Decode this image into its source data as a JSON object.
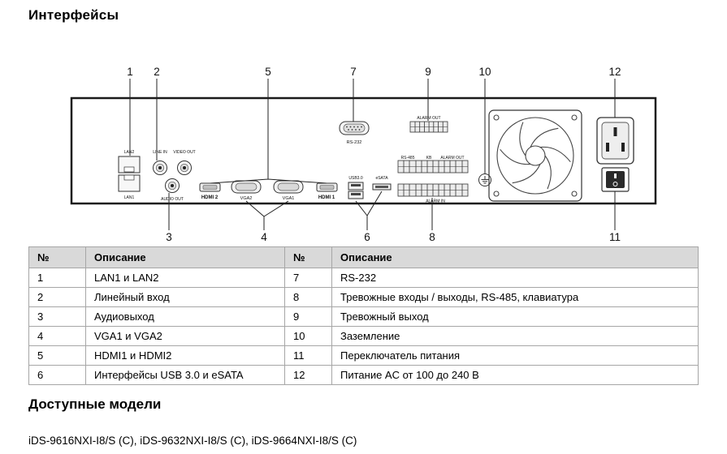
{
  "page": {
    "title": "Интерфейсы",
    "models_heading": "Доступные модели",
    "models_line": "iDS-9616NXI-I8/S (C), iDS-9632NXI-I8/S (C), iDS-9664NXI-I8/S (C)"
  },
  "diagram": {
    "callouts": {
      "c1": "1",
      "c2": "2",
      "c3": "3",
      "c4": "4",
      "c5": "5",
      "c6": "6",
      "c7": "7",
      "c8": "8",
      "c9": "9",
      "c10": "10",
      "c11": "11",
      "c12": "12"
    },
    "labels": {
      "lan2": "LAN2",
      "lan1": "LAN1",
      "line_in": "LINE IN",
      "video_out": "VIDEO OUT",
      "audio_out": "AUDIO OUT",
      "hdmi2": "HDMI 2",
      "hdmi1": "HDMI 1",
      "vga2": "VGA2",
      "vga1": "VGA1",
      "usb": "USB3.0",
      "esata": "eSATA",
      "rs232": "RS-232",
      "alarm_out_top": "ALARM OUT",
      "rs485": "RS-485",
      "kb": "KB",
      "alarm_out_mid": "ALARM OUT",
      "alarm_in": "ALARM IN"
    }
  },
  "table": {
    "headers": {
      "num_left": "№",
      "desc_left": "Описание",
      "num_right": "№",
      "desc_right": "Описание"
    },
    "rows": [
      {
        "n1": "1",
        "d1": "LAN1 и LAN2",
        "n2": "7",
        "d2": "RS-232"
      },
      {
        "n1": "2",
        "d1": "Линейный вход",
        "n2": "8",
        "d2": "Тревожные входы / выходы, RS-485, клавиатура"
      },
      {
        "n1": "3",
        "d1": "Аудиовыход",
        "n2": "9",
        "d2": "Тревожный выход"
      },
      {
        "n1": "4",
        "d1": "VGA1 и VGA2",
        "n2": "10",
        "d2": "Заземление"
      },
      {
        "n1": "5",
        "d1": "HDMI1 и HDMI2",
        "n2": "11",
        "d2": "Переключатель питания"
      },
      {
        "n1": "6",
        "d1": "Интерфейсы USB 3.0 и eSATA",
        "n2": "12",
        "d2": "Питание AC от 100 до 240 В"
      }
    ]
  }
}
